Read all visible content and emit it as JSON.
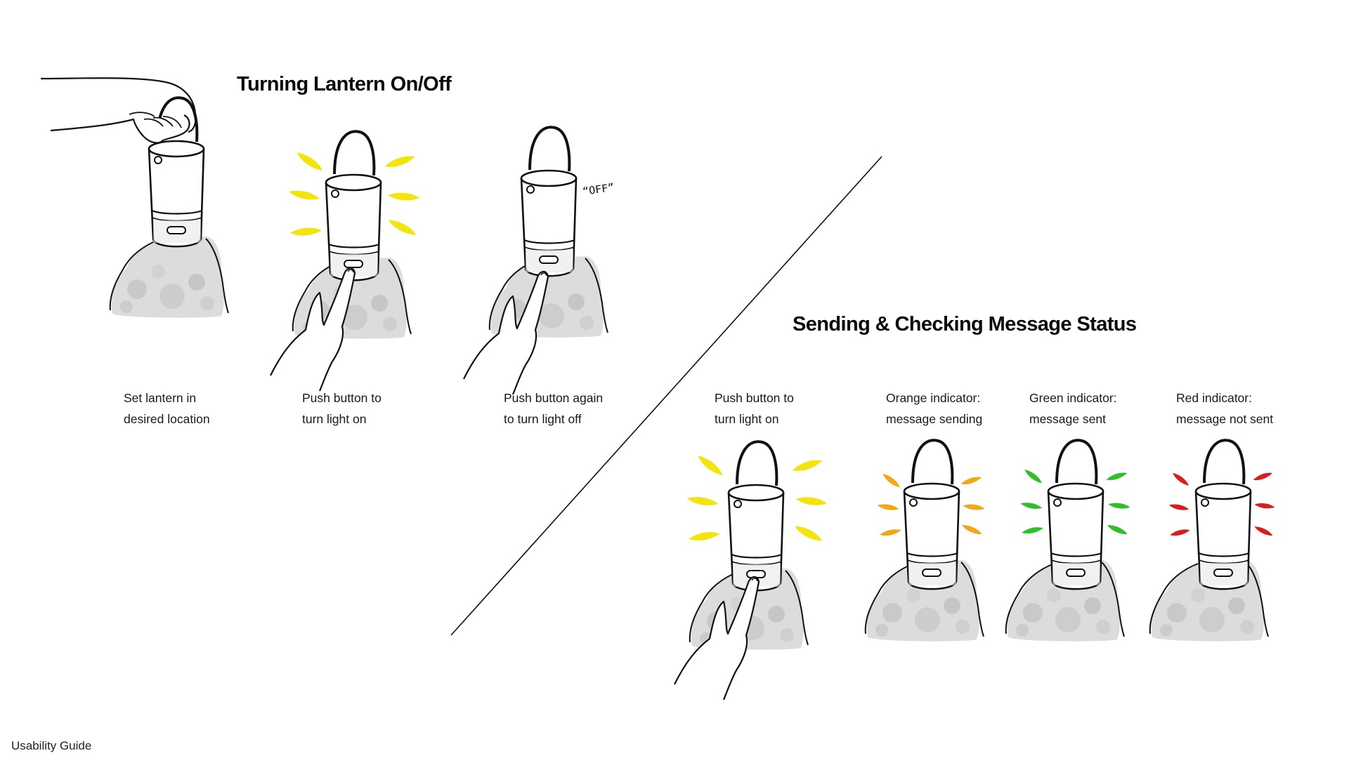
{
  "sections": {
    "on_off": {
      "title": "Turning Lantern On/Off",
      "steps": [
        {
          "line1": "Set lantern in",
          "line2": "desired location"
        },
        {
          "line1": "Push button to",
          "line2": "turn light on"
        },
        {
          "line1": "Push button again",
          "line2": "to turn light off"
        }
      ],
      "off_sound": "“OFF”"
    },
    "message_status": {
      "title": "Sending & Checking Message Status",
      "steps": [
        {
          "line1": "Push button to",
          "line2": "turn light on"
        },
        {
          "line1": "Orange indicator:",
          "line2": "message sending"
        },
        {
          "line1": "Green indicator:",
          "line2": "message sent"
        },
        {
          "line1": "Red indicator:",
          "line2": "message not sent"
        }
      ]
    }
  },
  "footer": {
    "label": "Usability Guide"
  },
  "colors": {
    "light_yellow": "#f2e40c",
    "indicator_orange": "#f0a818",
    "indicator_green": "#2fbf2a",
    "indicator_red": "#d61f1f",
    "ink": "#111111",
    "rock": "#d9d9d9"
  },
  "icons": [
    "hand-carrying-icon",
    "lantern-icon",
    "pointing-finger-icon",
    "rock-icon",
    "light-ray-icon",
    "divider-line"
  ]
}
